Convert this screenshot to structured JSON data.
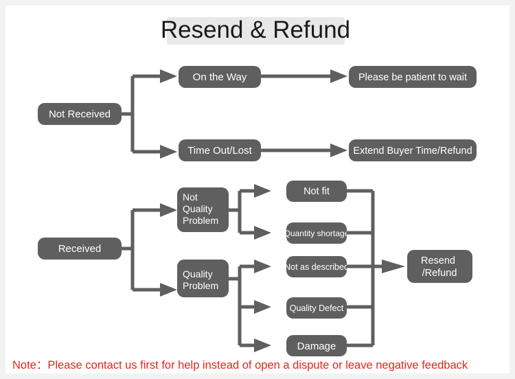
{
  "title": "Resend & Refund",
  "note": "Note：Please contact us first for help instead of open a dispute or leave negative feedback",
  "colors": {
    "node_fill": "#5f5f5f",
    "node_text": "#ffffff",
    "connector": "#5f5f5f",
    "note_text": "#e8241b",
    "title_text": "#1a1a1a",
    "title_highlight": "#e8e8e8",
    "canvas": "#ffffff",
    "page_border": "#f2f2f2"
  },
  "flow": {
    "branches": [
      {
        "id": "not-received",
        "root": {
          "label": "Not Received",
          "font_size": 15
        },
        "children": [
          {
            "label": "On the Way",
            "font_size": 15,
            "next": {
              "label": "Please be patient to wait",
              "font_size": 14.5
            }
          },
          {
            "label": "Time Out/Lost",
            "font_size": 15,
            "next": {
              "label": "Extend Buyer Time/Refund",
              "font_size": 14.5
            }
          }
        ]
      },
      {
        "id": "received",
        "root": {
          "label": "Received",
          "font_size": 15
        },
        "children": [
          {
            "label": "Not\nQuality\nProblem",
            "label_lines": [
              "Not",
              "Quality",
              "Problem"
            ],
            "font_size": 14,
            "leaves": [
              {
                "label": "Not fit",
                "font_size": 14.5
              },
              {
                "label": "Quantity shortage",
                "font_size": 12
              }
            ]
          },
          {
            "label": "Quality\nProblem",
            "label_lines": [
              "Quality",
              "Problem"
            ],
            "font_size": 14,
            "leaves": [
              {
                "label": "Not as described",
                "font_size": 12.5
              },
              {
                "label": "Quality Defect",
                "font_size": 12.5
              },
              {
                "label": "Damage",
                "font_size": 15
              }
            ]
          }
        ],
        "outcome": {
          "label": "Resend\n/Refund",
          "label_lines": [
            "Resend",
            "/Refund"
          ],
          "font_size": 14.5
        }
      }
    ]
  }
}
